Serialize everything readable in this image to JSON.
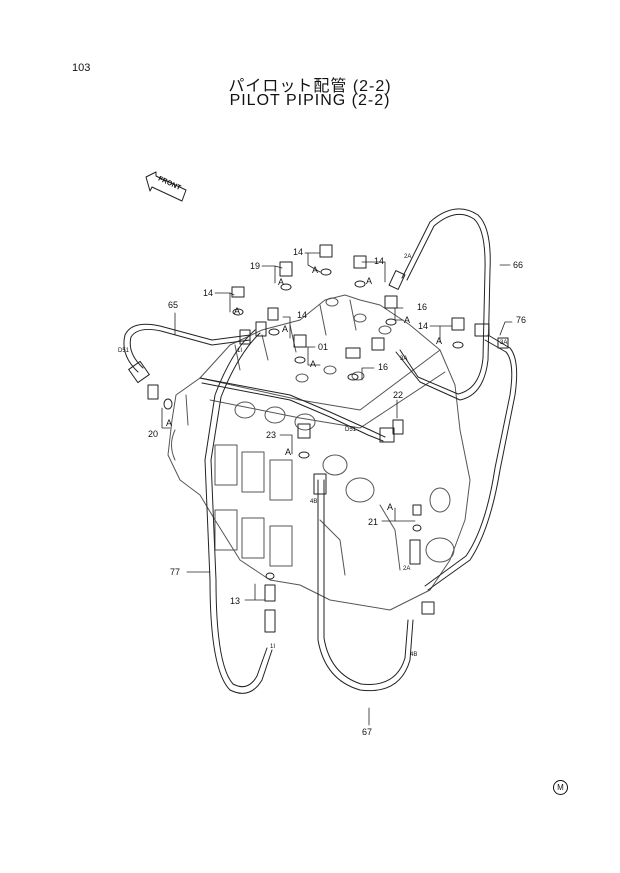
{
  "page_number": "103",
  "title_jp": "パイロット配管 (2-2)",
  "title_en": "PILOT PIPING (2-2)",
  "front_label": "FRONT",
  "corner_mark": "M",
  "callouts": [
    {
      "id": "c14a",
      "text": "14"
    },
    {
      "id": "c14b",
      "text": "14"
    },
    {
      "id": "c14c",
      "text": "14"
    },
    {
      "id": "c14d",
      "text": "14"
    },
    {
      "id": "c14e",
      "text": "14"
    },
    {
      "id": "c19",
      "text": "19"
    },
    {
      "id": "c16a",
      "text": "16"
    },
    {
      "id": "c16b",
      "text": "16"
    },
    {
      "id": "c01",
      "text": "01"
    },
    {
      "id": "c65",
      "text": "65"
    },
    {
      "id": "c66",
      "text": "66"
    },
    {
      "id": "c76",
      "text": "76"
    },
    {
      "id": "c22",
      "text": "22"
    },
    {
      "id": "c23",
      "text": "23"
    },
    {
      "id": "c20",
      "text": "20"
    },
    {
      "id": "c21",
      "text": "21"
    },
    {
      "id": "c13",
      "text": "13"
    },
    {
      "id": "c77",
      "text": "77"
    },
    {
      "id": "c67",
      "text": "67"
    }
  ],
  "port_labels": [
    {
      "id": "p2a1",
      "text": "2A"
    },
    {
      "id": "p3a1",
      "text": "3A"
    },
    {
      "id": "p3a2",
      "text": "3A"
    },
    {
      "id": "pd51a",
      "text": "D51"
    },
    {
      "id": "pd51b",
      "text": "D51"
    },
    {
      "id": "p4b1",
      "text": "4B"
    },
    {
      "id": "p4b2",
      "text": "4B"
    },
    {
      "id": "p2a2",
      "text": "2A"
    },
    {
      "id": "p1a",
      "text": "1I"
    },
    {
      "id": "p1b",
      "text": "1I"
    }
  ],
  "a_marks": [
    "A",
    "A",
    "A",
    "A",
    "A",
    "A",
    "A",
    "A",
    "A",
    "A",
    "A"
  ]
}
